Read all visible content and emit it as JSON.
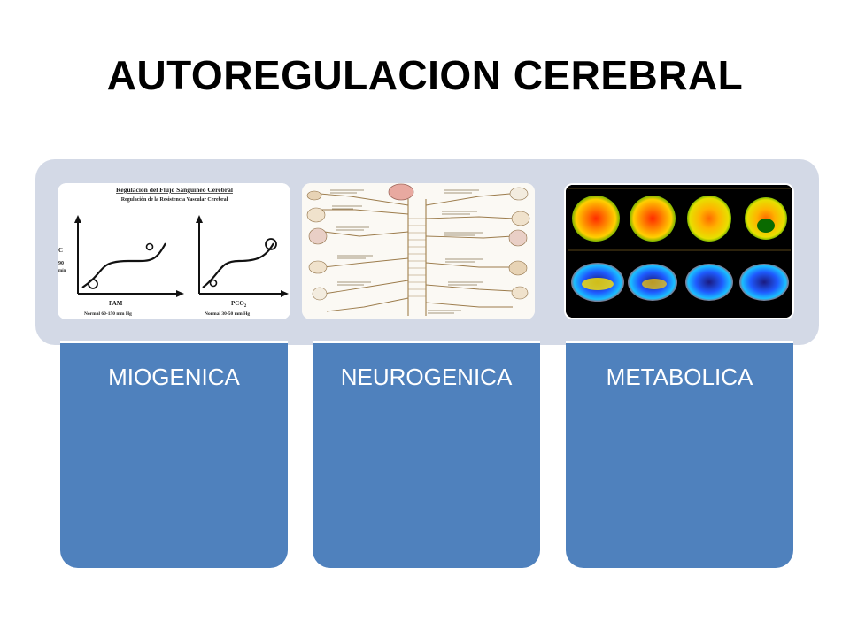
{
  "slide": {
    "title": "AUTOREGULACION CEREBRAL"
  },
  "columns": [
    {
      "label": "MIOGENICA",
      "figure": {
        "title": "Regulación del Flujo Sanguíneo Cerebral",
        "subtitle": "Regulación de la Resistencia Vascular Cerebral",
        "left_axis": "PAM",
        "left_range": "Normal 60-150 mm Hg",
        "right_axis": "PCO",
        "right_axis_sub": "2",
        "right_range": "Normal 30-50 mm Hg",
        "side_mark_1": "C",
        "side_mark_2": "90",
        "side_mark_3": "mín"
      }
    },
    {
      "label": "NEUROGENICA",
      "figure": {
        "name": "autonomic-nervous-system-diagram"
      }
    },
    {
      "label": "METABOLICA",
      "figure": {
        "name": "brain-perfusion-scans"
      }
    }
  ],
  "colors": {
    "band": "#d3d9e6",
    "card": "#4f81bd",
    "card_text": "#ffffff",
    "title_text": "#000000"
  }
}
